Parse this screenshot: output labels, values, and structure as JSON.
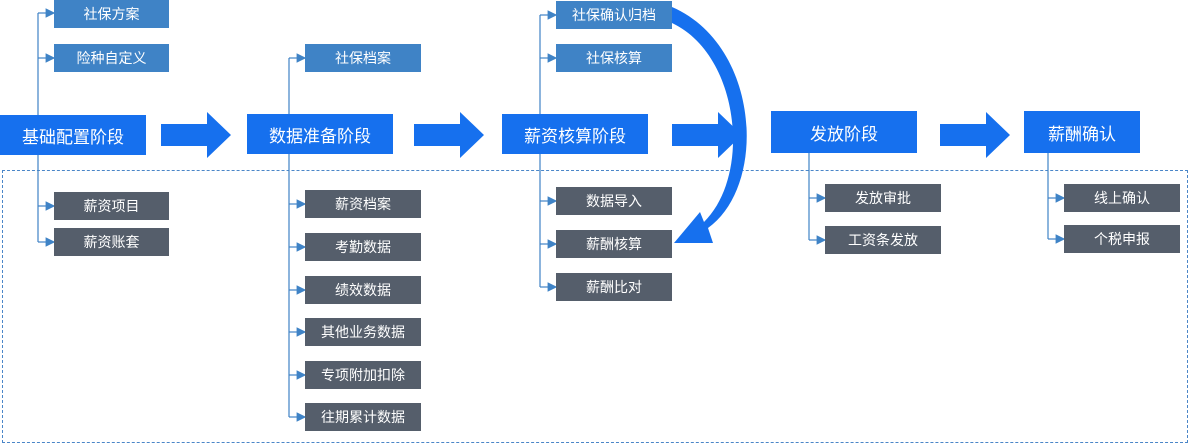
{
  "stages": [
    {
      "label": "基础配置阶段"
    },
    {
      "label": "数据准备阶段"
    },
    {
      "label": "薪资核算阶段"
    },
    {
      "label": "发放阶段"
    },
    {
      "label": "薪酬确认"
    }
  ],
  "social_items": {
    "stage1": [
      "社保方案",
      "险种自定义"
    ],
    "stage2": [
      "社保档案"
    ],
    "stage3": [
      "社保确认归档",
      "社保核算"
    ]
  },
  "salary_items": {
    "stage1": [
      "薪资项目",
      "薪资账套"
    ],
    "stage2": [
      "薪资档案",
      "考勤数据",
      "绩效数据",
      "其他业务数据",
      "专项附加扣除",
      "往期累计数据"
    ],
    "stage3": [
      "数据导入",
      "薪酬核算",
      "薪酬比对"
    ],
    "stage4": [
      "发放审批",
      "工资条发放"
    ],
    "stage5": [
      "线上确认",
      "个税申报"
    ]
  },
  "colors": {
    "stage_fill": "#1670ee",
    "social_fill": "#3f83c6",
    "salary_fill": "#555e6b",
    "connector": "#3f83c6",
    "frame_dash": "#4a86c8"
  }
}
